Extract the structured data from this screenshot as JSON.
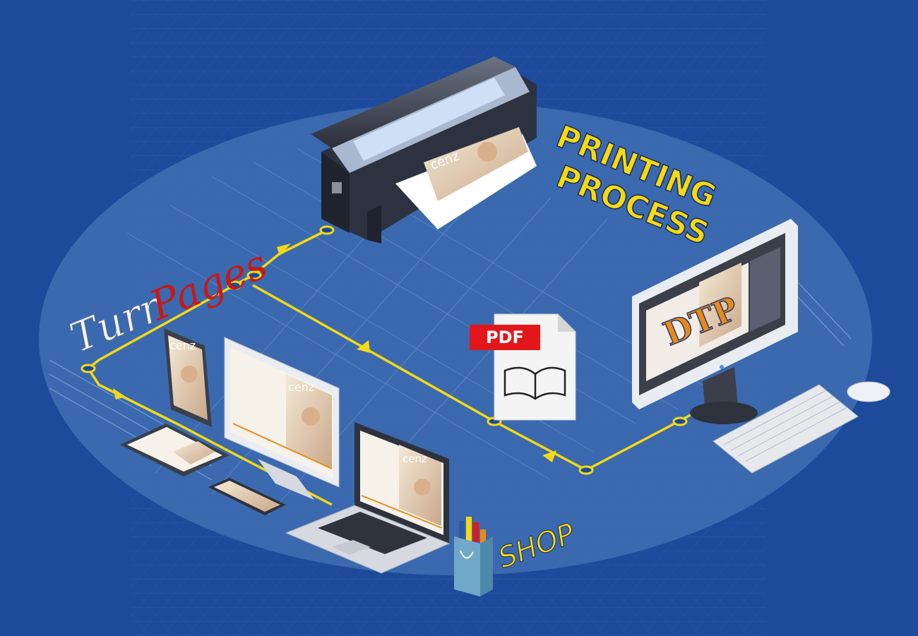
{
  "labels": {
    "turnpages_turn": "Turn",
    "turnpages_pages": "Pages",
    "printing": "PRINTING",
    "process": "PROCESS",
    "pdf": "PDF",
    "dtp": "DTP",
    "shop": "SHOP",
    "magazine_title": "cenz"
  },
  "colors": {
    "background": "#1d4a9a",
    "ellipse": "#3f6fb3",
    "flow_line": "#f5d914",
    "printing_text": "#f5d914",
    "turn_text": "#f2f4f8",
    "pages_text": "#c41a1a",
    "pdf_badge": "#e3171b",
    "dtp_text": "#e88a1a",
    "shop_text": "#f5d914"
  },
  "icons": {
    "printer": "large-format-printer-icon",
    "pdf": "pdf-document-icon",
    "monitor": "desktop-monitor-icon",
    "keyboard": "keyboard-icon",
    "mouse": "mouse-icon",
    "tablet": "tablet-icon",
    "laptop": "laptop-icon",
    "phone": "smartphone-icon",
    "shopping_bag": "shopping-bag-icon"
  }
}
